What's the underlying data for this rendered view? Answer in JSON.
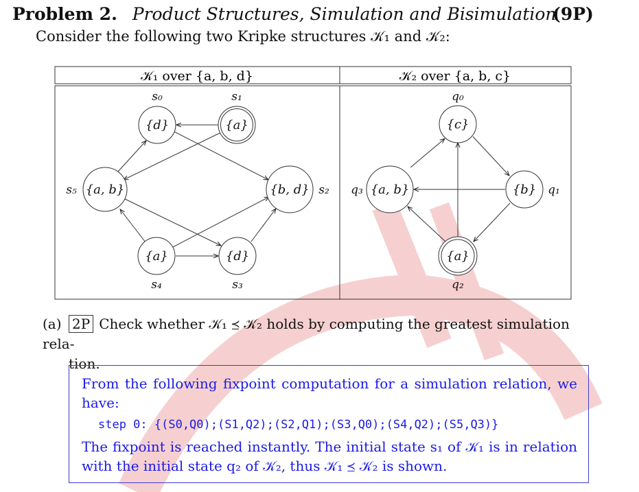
{
  "problem": {
    "number": "Problem 2.",
    "title": "Product Structures, Simulation and Bisimulation",
    "points": "(9P)",
    "intro": "Consider the following two Kripke structures 𝒦₁ and 𝒦₂:"
  },
  "figure": {
    "k1_header": "𝒦₁ over {a, b, d}",
    "k2_header": "𝒦₂ over {a, b, c}",
    "k1_states": [
      {
        "id": "s0",
        "label": "{d}",
        "name": "s₀"
      },
      {
        "id": "s1",
        "label": "{a}",
        "name": "s₁"
      },
      {
        "id": "s2",
        "label": "{b, d}",
        "name": "s₂"
      },
      {
        "id": "s3",
        "label": "{d}",
        "name": "s₃"
      },
      {
        "id": "s4",
        "label": "{a}",
        "name": "s₄"
      },
      {
        "id": "s5",
        "label": "{a, b}",
        "name": "s₅"
      }
    ],
    "k2_states": [
      {
        "id": "q0",
        "label": "{c}",
        "name": "q₀"
      },
      {
        "id": "q1",
        "label": "{b}",
        "name": "q₁"
      },
      {
        "id": "q2",
        "label": "{a}",
        "name": "q₂"
      },
      {
        "id": "q3",
        "label": "{a, b}",
        "name": "q₃"
      }
    ]
  },
  "part_a": {
    "label": "(a)",
    "points": "2P",
    "line1": "Check whether 𝒦₁ ⪯ 𝒦₂ holds by computing the greatest simulation rela-",
    "line2": "tion."
  },
  "answer": {
    "text1": "From the following fixpoint computation for a simulation relation, we have:",
    "step": "step 0: {(S0,Q0);(S1,Q2);(S2,Q1);(S3,Q0);(S4,Q2);(S5,Q3)}",
    "text2": "The fixpoint is reached instantly. The initial state s₁ of 𝒦₁ is in relation with the initial state q₂ of 𝒦₂, thus 𝒦₁ ⪯ 𝒦₂ is shown."
  },
  "colors": {
    "answer_blue": "#1a1ae6",
    "watermark_red": "#f6d0d0"
  }
}
